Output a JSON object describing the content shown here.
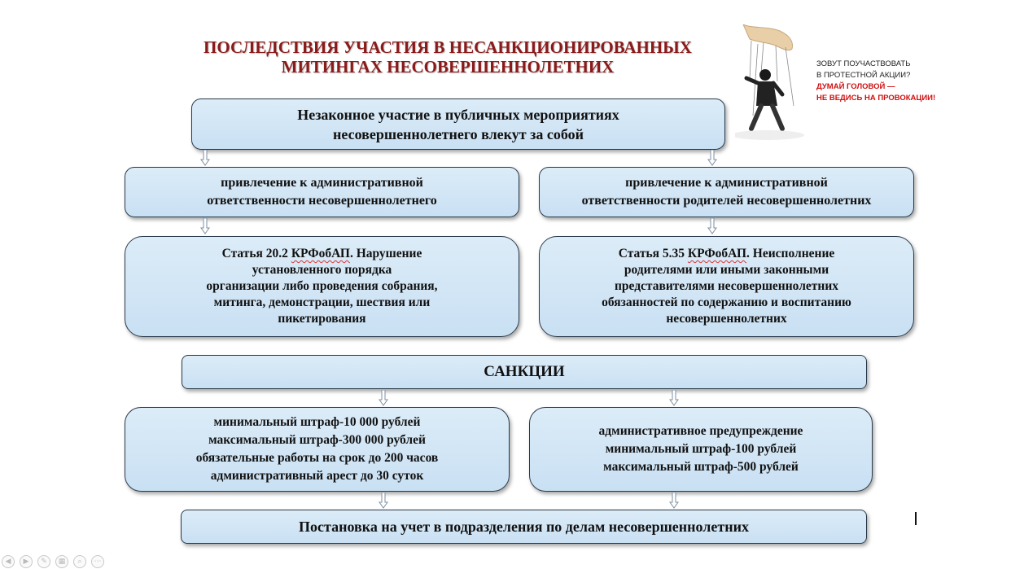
{
  "title": "ПОСЛЕДСТВИЯ УЧАСТИЯ В НЕСАНКЦИОНИРОВАННЫХ\nМИТИНГАХ НЕСОВЕРШЕННОЛЕТНИХ",
  "promo": {
    "line1": "ЗОВУТ ПОУЧАСТВОВАТЬ",
    "line2": "В ПРОТЕСТНОЙ АКЦИИ?",
    "line3": "ДУМАЙ ГОЛОВОЙ —",
    "line4": "НЕ ВЕДИСЬ НА ПРОВОКАЦИИ!"
  },
  "boxes": {
    "top": "Незаконное участие в публичных мероприятиях\nнесовершеннолетнего влекут за собой",
    "left1": "привлечение к административной\nответственности несовершеннолетнего",
    "right1": "привлечение к административной\nответственности родителей несовершеннолетних",
    "left2_prefix": "Статья 20.2 ",
    "left2_code": "КРФобАП",
    "left2_rest": ". Нарушение\nустановленного порядка\nорганизации либо проведения собрания,\nмитинга, демонстрации, шествия или\nпикетирования",
    "right2_prefix": "Статья 5.35 ",
    "right2_code": "КРФобАП",
    "right2_rest": ". Неисполнение\nродителями или иными законными\nпредставителями несовершеннолетних\nобязанностей по содержанию и воспитанию\nнесовершеннолетних",
    "sanctions": "САНКЦИИ",
    "left3": "минимальный штраф-10 000 рублей\nмаксимальный штраф-300 000 рублей\nобязательные работы на срок до 200 часов\nадминистративный арест до 30 суток",
    "right3": "административное предупреждение\nминимальный штраф-100 рублей\nмаксимальный штраф-500 рублей",
    "bottom": "Постановка на учет в подразделения по делам несовершеннолетних"
  },
  "toolbar": {
    "icons": [
      "arrow-left-icon",
      "arrow-right-icon",
      "pen-icon",
      "slides-icon",
      "zoom-icon",
      "more-icon"
    ]
  }
}
